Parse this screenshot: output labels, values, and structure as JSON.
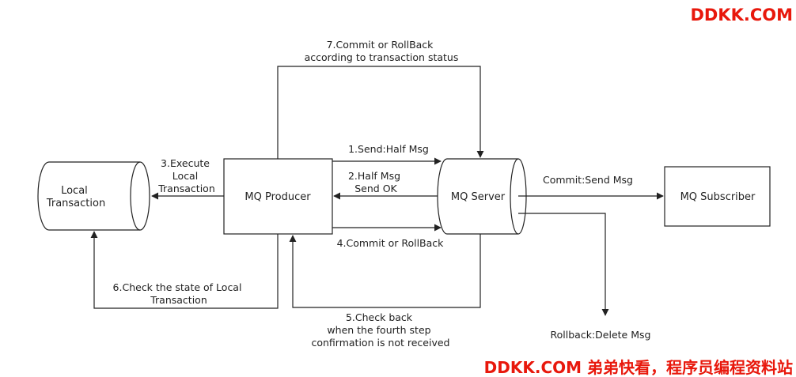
{
  "watermark": {
    "top": "DDKK.COM",
    "bottom": "DDKK.COM 弟弟快看，程序员编程资料站",
    "color": "#e8180c"
  },
  "nodes": {
    "local_transaction": [
      "Local",
      "Transaction"
    ],
    "mq_producer": "MQ Producer",
    "mq_server": "MQ Server",
    "mq_subscriber": "MQ Subscriber"
  },
  "edges": {
    "step1": "1.Send:Half Msg",
    "step2": [
      "2.Half Msg",
      "Send OK"
    ],
    "step3": [
      "3.Execute",
      "Local",
      "Transaction"
    ],
    "step4": "4.Commit or RollBack",
    "step5": [
      "5.Check back",
      "when the fourth step",
      "confirmation is not received"
    ],
    "step6": [
      "6.Check the state of Local",
      "Transaction"
    ],
    "step7": [
      "7.Commit or RollBack",
      "according to transaction status"
    ],
    "commit": "Commit:Send Msg",
    "rollback": "Rollback:Delete Msg"
  }
}
